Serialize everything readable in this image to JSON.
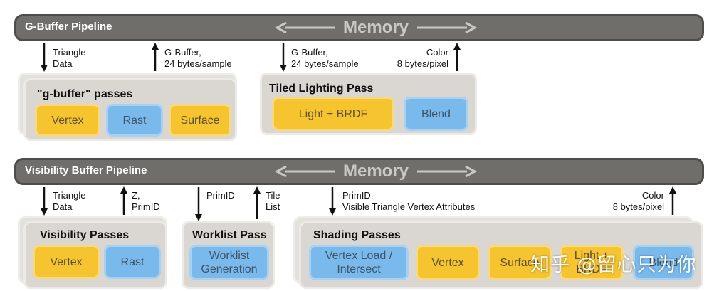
{
  "gbuffer": {
    "bar_title": "G-Buffer Pipeline",
    "memory": "Memory",
    "labels": {
      "triangle_data": [
        "Triangle",
        "Data"
      ],
      "gbuffer_out": [
        "G-Buffer,",
        "24 bytes/sample"
      ],
      "gbuffer_in": [
        "G-Buffer,",
        "24 bytes/sample"
      ],
      "color": [
        "Color",
        "8 bytes/pixel"
      ]
    },
    "passes_panel": {
      "title": "\"g-buffer\" passes",
      "boxes": [
        "Vertex",
        "Rast",
        "Surface"
      ]
    },
    "lighting_panel": {
      "title": "Tiled Lighting Pass",
      "boxes": [
        "Light + BRDF",
        "Blend"
      ]
    }
  },
  "visibility": {
    "bar_title": "Visibility Buffer Pipeline",
    "memory": "Memory",
    "labels": {
      "triangle_data": [
        "Triangle",
        "Data"
      ],
      "z_primid": [
        "Z,",
        "PrimID"
      ],
      "primid": [
        "PrimID"
      ],
      "tile_list": [
        "Tile",
        "List"
      ],
      "primid_attrs": [
        "PrimID,",
        "Visible Triangle Vertex Attributes"
      ],
      "color": [
        "Color",
        "8 bytes/pixel"
      ]
    },
    "visibility_panel": {
      "title": "Visibility Passes",
      "boxes": [
        "Vertex",
        "Rast"
      ]
    },
    "worklist_panel": {
      "title": "Worklist Pass",
      "boxes": [
        [
          "Worklist",
          "Generation"
        ]
      ]
    },
    "shading_panel": {
      "title": "Shading Passes",
      "boxes": [
        [
          "Vertex Load /",
          "Intersect"
        ],
        [
          "Vertex"
        ],
        [
          "Surface"
        ],
        [
          "Light +",
          "BRDF"
        ],
        [
          "Blend"
        ]
      ]
    }
  },
  "watermark": "知乎 @留心只为你",
  "colors": {
    "bar": "#6f6e6b",
    "panel": "#dad7d2",
    "yellow": "#f6c42f",
    "blue": "#79b9ec"
  }
}
